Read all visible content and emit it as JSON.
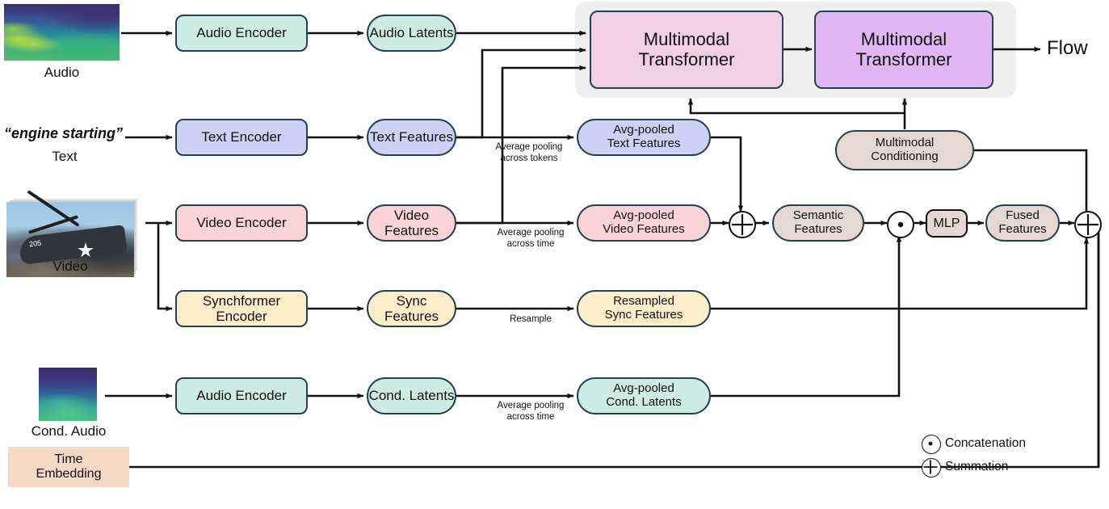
{
  "diagram": {
    "title": "Multimodal audio generation pipeline",
    "output_label": "Flow",
    "colors": {
      "audio": "#cdece4",
      "text": "#ccd2f5",
      "video": "#f9d3d5",
      "sync": "#fceecb",
      "semantic": "#e5d8d2",
      "transformer_a": "#f2d0e4",
      "transformer_b": "#e0b6f5",
      "time_embedding": "#f4d9c4",
      "group_bg": "#efefef",
      "stroke": "#23414f",
      "wire": "#111111"
    }
  },
  "inputs": [
    {
      "name": "audio",
      "caption": "Audio",
      "kind": "spectrogram"
    },
    {
      "name": "text",
      "value": "“engine starting”",
      "caption": "Text",
      "kind": "text"
    },
    {
      "name": "video",
      "caption": "Video",
      "kind": "image"
    },
    {
      "name": "cond_audio",
      "caption": "Cond. Audio",
      "kind": "spectrogram"
    }
  ],
  "nodes": {
    "audio_encoder": "Audio Encoder",
    "audio_latents": "Audio Latents",
    "text_encoder": "Text Encoder",
    "text_features": "Text Features",
    "video_encoder": "Video Encoder",
    "video_features": "Video Features",
    "synchformer_encoder": "Synchformer\nEncoder",
    "sync_features": "Sync Features",
    "cond_audio_encoder": "Audio Encoder",
    "cond_latents": "Cond. Latents",
    "avg_text": "Avg-pooled\nText Features",
    "avg_video": "Avg-pooled\nVideo Features",
    "resampled_sync": "Resampled\nSync Features",
    "avg_cond": "Avg-pooled\nCond. Latents",
    "semantic_features": "Semantic\nFeatures",
    "mlp": "MLP",
    "fused_features": "Fused\nFeatures",
    "multimodal_conditioning": "Multimodal\nConditioning",
    "transformer_1": "Multimodal\nTransformer",
    "transformer_2": "Multimodal\nTransformer",
    "time_embedding": "Time\nEmbedding"
  },
  "edge_labels": {
    "pool_tokens": "Average pooling\nacross tokens",
    "pool_time_video": "Average pooling\nacross time",
    "resample": "Resample",
    "pool_time_cond": "Average pooling\nacross time"
  },
  "legend": [
    {
      "symbol": "concatenation-icon",
      "glyph": "⊙",
      "label": "Concatenation"
    },
    {
      "symbol": "summation-icon",
      "glyph": "⊕",
      "label": "Summation"
    }
  ],
  "operators": {
    "sum_semantic": "⊕",
    "concat": "⊙",
    "sum_final": "⊕"
  }
}
